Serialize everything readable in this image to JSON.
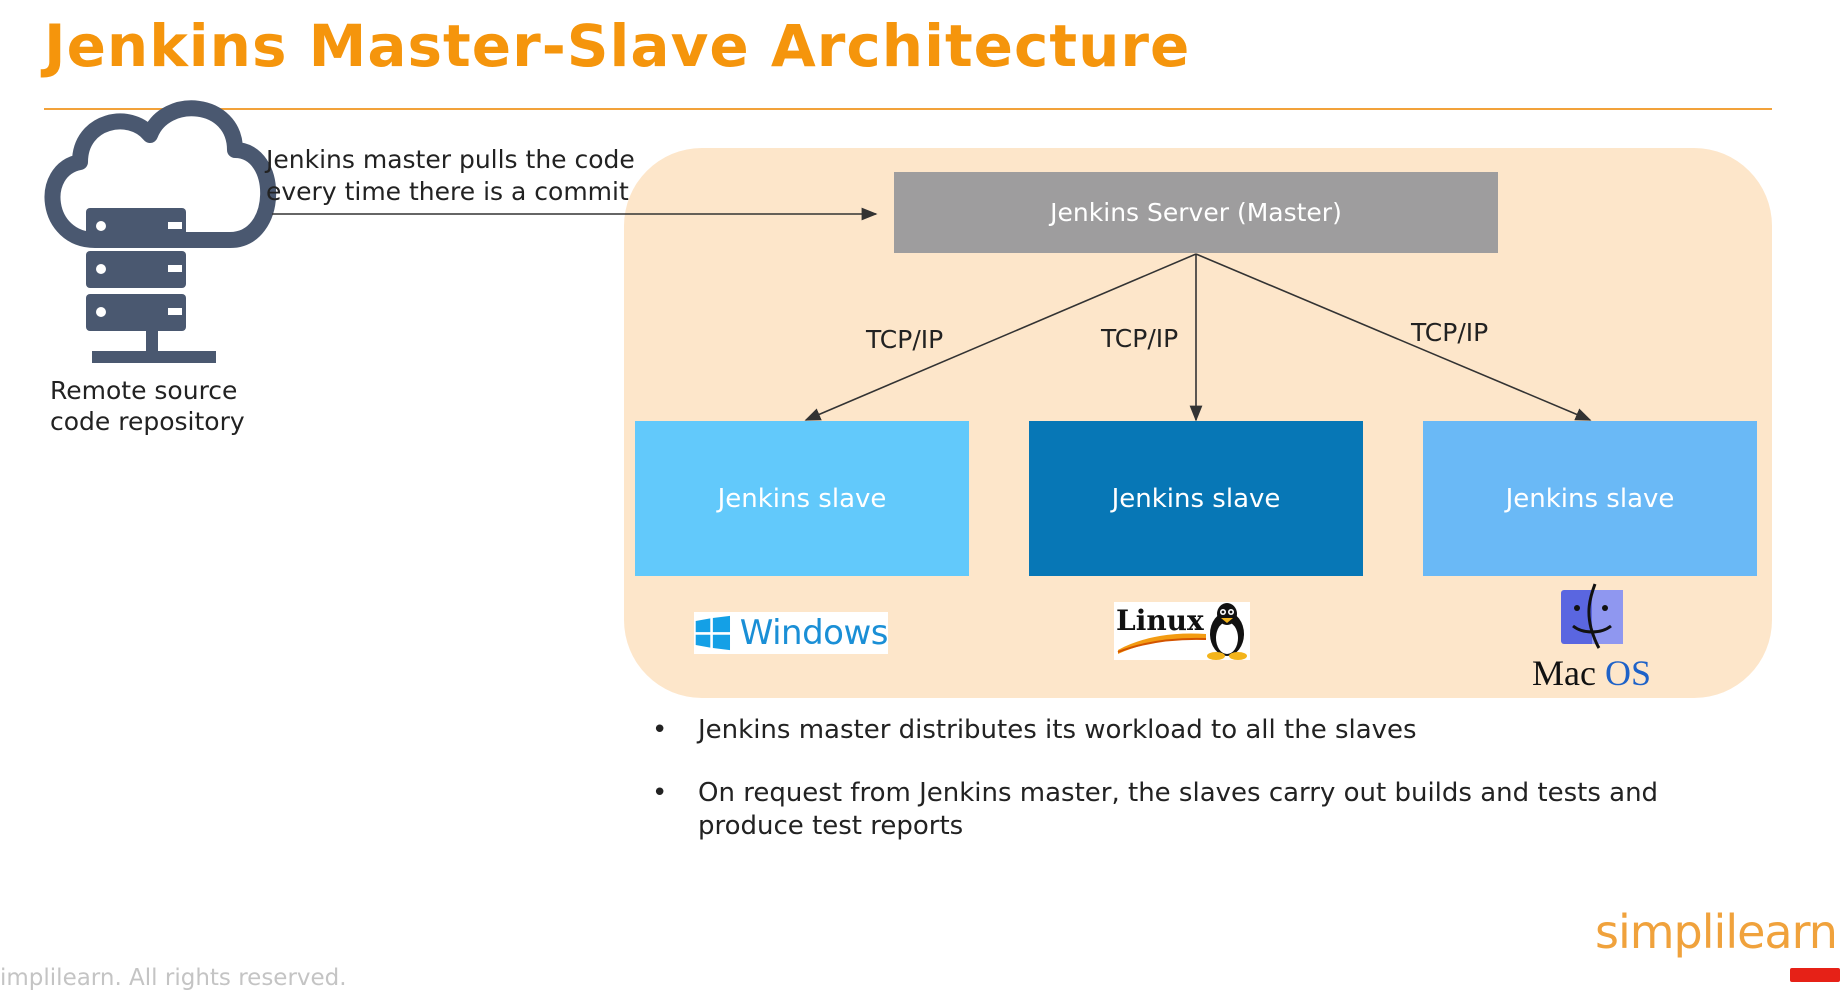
{
  "title": "Jenkins Master-Slave Architecture",
  "repo": {
    "label_line1": "Remote source",
    "label_line2": "code repository"
  },
  "annotation": {
    "line1": "Jenkins master pulls the code",
    "line2": "every time there is a commit"
  },
  "master": {
    "label": "Jenkins Server (Master)"
  },
  "connections": [
    "TCP/IP",
    "TCP/IP",
    "TCP/IP"
  ],
  "slaves": [
    {
      "label": "Jenkins slave",
      "os": "Windows",
      "color": "#62c9fb"
    },
    {
      "label": "Jenkins slave",
      "os": "Linux",
      "color": "#0777b6"
    },
    {
      "label": "Jenkins slave",
      "os": "Mac OS",
      "color": "#6ab9f6"
    }
  ],
  "os_logos": {
    "windows": "Windows",
    "linux": "Linux",
    "mac_part1": "Mac",
    "mac_part2": "OS"
  },
  "bullets": [
    "Jenkins master distributes its workload to all the slaves",
    "On request from Jenkins master, the slaves carry out builds and tests and produce test reports"
  ],
  "footer": "implilearn. All rights reserved.",
  "brand": "simplilearn",
  "colors": {
    "title": "#f5950c",
    "panel": "#fde6ca",
    "master": "#9e9d9e",
    "cloud_icon": "#4a5870"
  }
}
